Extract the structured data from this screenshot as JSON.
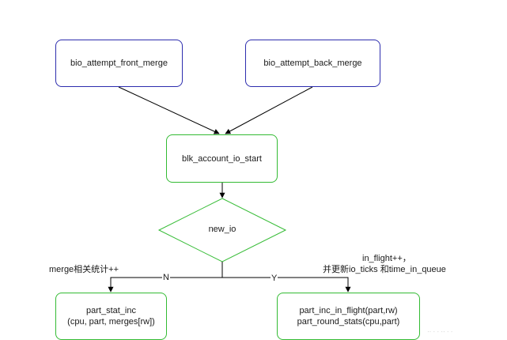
{
  "nodes": {
    "front_merge": "bio_attempt_front_merge",
    "back_merge": "bio_attempt_back_merge",
    "io_start": "blk_account_io_start",
    "new_io": "new_io",
    "stat_inc_line1": "part_stat_inc",
    "stat_inc_line2": "(cpu, part, merges[rw])",
    "inc_flight_line1": "part_inc_in_flight(part,rw)",
    "inc_flight_line2": "part_round_stats(cpu,part)"
  },
  "labels": {
    "left_note": "merge相关统计++",
    "right_note_line1": "in_flight++，",
    "right_note_line2": "并更新io_ticks 和time_in_queue"
  },
  "edges": {
    "no": "N",
    "yes": "Y"
  },
  "colors": {
    "blue_border": "#2d2dae",
    "green_border": "#33bb33"
  }
}
